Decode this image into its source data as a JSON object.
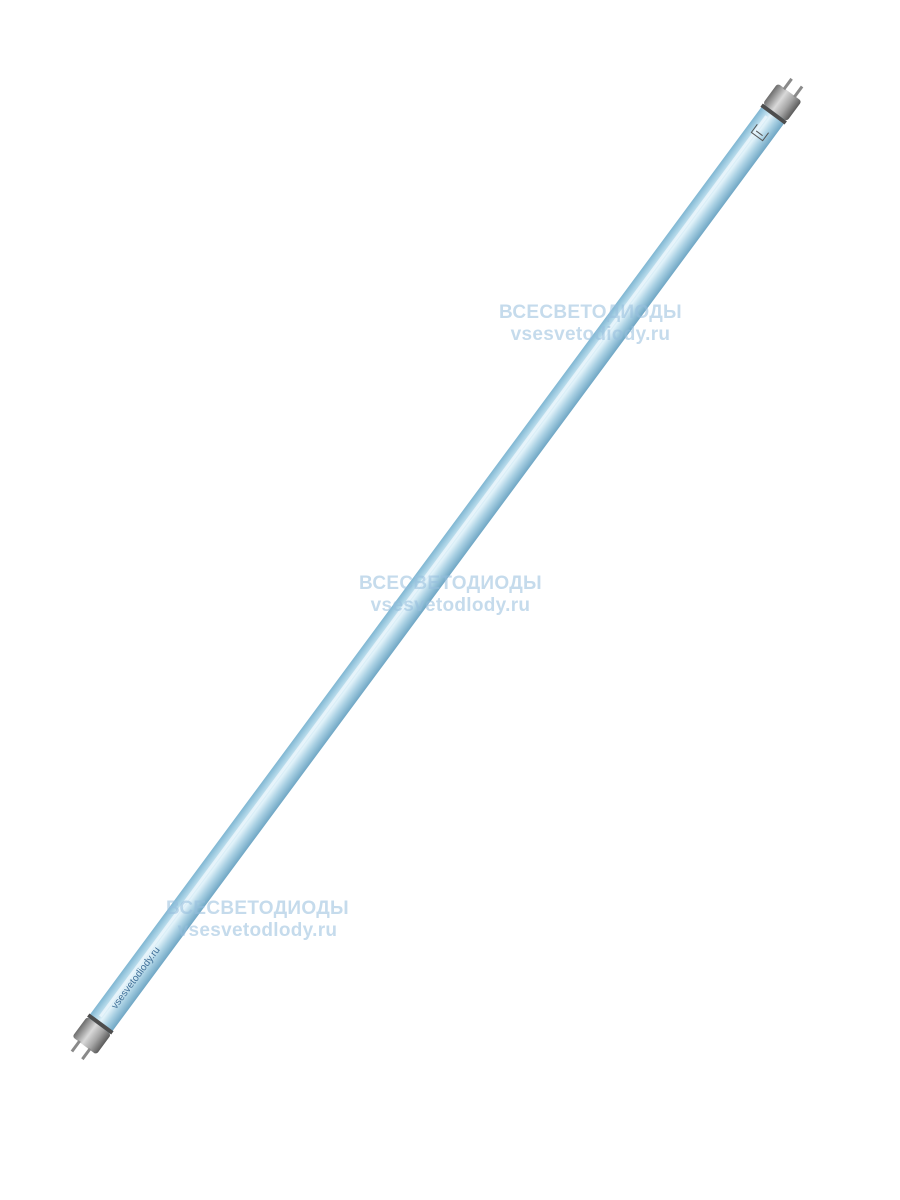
{
  "watermarks": [
    {
      "line1": "ВСЕСВЕТОДИОДЫ",
      "line2": "vsesvetodiody.ru"
    },
    {
      "line1": "ВСЕСВЕТОДИОДЫ",
      "line2": "vsesvetodlody.ru"
    },
    {
      "line1": "ВСЕСВЕТОДИОДЫ",
      "line2": "vsesvetodlody.ru"
    }
  ],
  "tube": {
    "print_text": "vsesvetodiody.ru",
    "glass_color": "#a9d0e3",
    "highlight_color": "#e6f4fb",
    "cap_color": "#9a9a9a"
  }
}
